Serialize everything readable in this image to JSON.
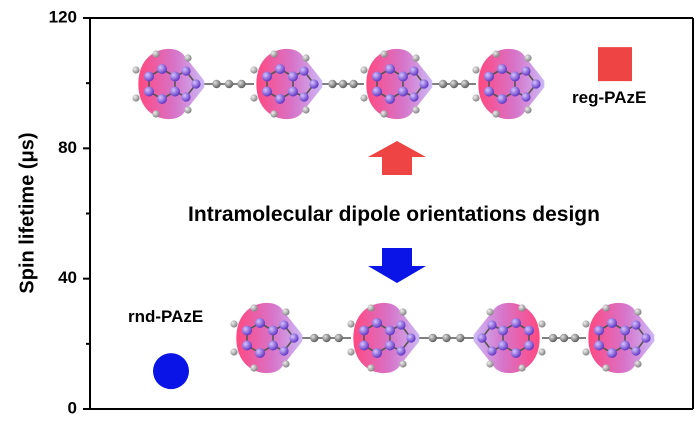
{
  "chart_data": {
    "type": "scatter",
    "title": "",
    "xlabel": "",
    "ylabel": "Spin lifetime (μs)",
    "ylim": [
      0,
      120
    ],
    "yticks": [
      0,
      40,
      80,
      120
    ],
    "grid": false,
    "series": [
      {
        "name": "reg-PAzE",
        "marker": "square",
        "color": "#ef4444",
        "values": [
          104
        ]
      },
      {
        "name": "rnd-PAzE",
        "marker": "circle",
        "color": "#0a14e6",
        "values": [
          15
        ]
      }
    ],
    "annotations": {
      "center_text": "Intramolecular dipole orientations design",
      "arrow_up_color": "#ef4444",
      "arrow_down_color": "#0a14e6"
    },
    "molecule_colors": {
      "lobe_pink": "#ff3f7a",
      "lobe_purple": "#b77cf0",
      "atom_carbon": "#7a4bd6",
      "atom_hydrogen": "#9a9a9a",
      "bond": "#555555",
      "triple_bond_atom": "#707070"
    }
  }
}
